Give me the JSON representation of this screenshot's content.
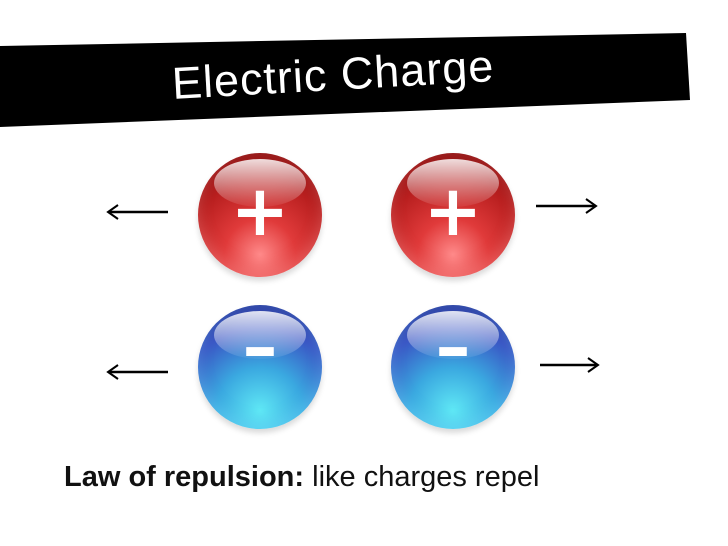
{
  "title": "Electric Charge",
  "charges": {
    "positive_sign": "+",
    "negative_sign": "–",
    "positive_color": "#c62828",
    "negative_color": "#3a6bd6"
  },
  "icons": {
    "arrow_left": "arrow-left-icon",
    "arrow_right": "arrow-right-icon"
  },
  "caption": {
    "bold": "Law of repulsion:",
    "text": "like charges repel"
  }
}
